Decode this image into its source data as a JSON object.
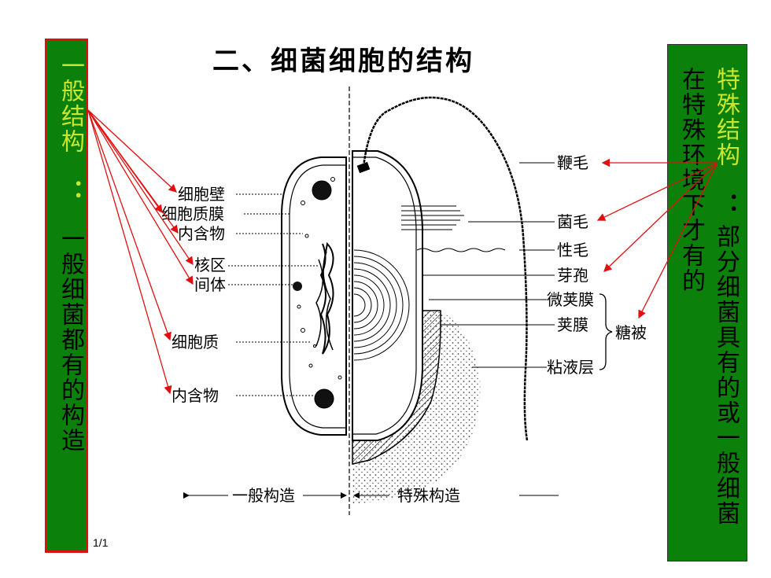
{
  "title": "二、细菌细胞的结构",
  "left_box": {
    "heading": "一般结构",
    "colon": "：",
    "description": "一般细菌都有的构造"
  },
  "right_box": {
    "col1": "在特殊环境下才有的",
    "heading": "特殊结构",
    "colon": "：",
    "description": "部分细菌具有的或一般细菌"
  },
  "page_number": "1/1",
  "diagram": {
    "left_labels": [
      "细胞壁",
      "细胞质膜",
      "内含物",
      "核区",
      "间体",
      "细胞质",
      "内含物"
    ],
    "right_labels": [
      "鞭毛",
      "菌毛",
      "性毛",
      "芽孢",
      "微荚膜",
      "荚膜",
      "粘液层"
    ],
    "glycocalyx": "糖被",
    "axis_left": "一般构造",
    "axis_right": "特殊构造"
  },
  "colors": {
    "panel_green": "#0b800b",
    "heading_yellow": "#c8e630",
    "arrow_red": "#e01010"
  }
}
